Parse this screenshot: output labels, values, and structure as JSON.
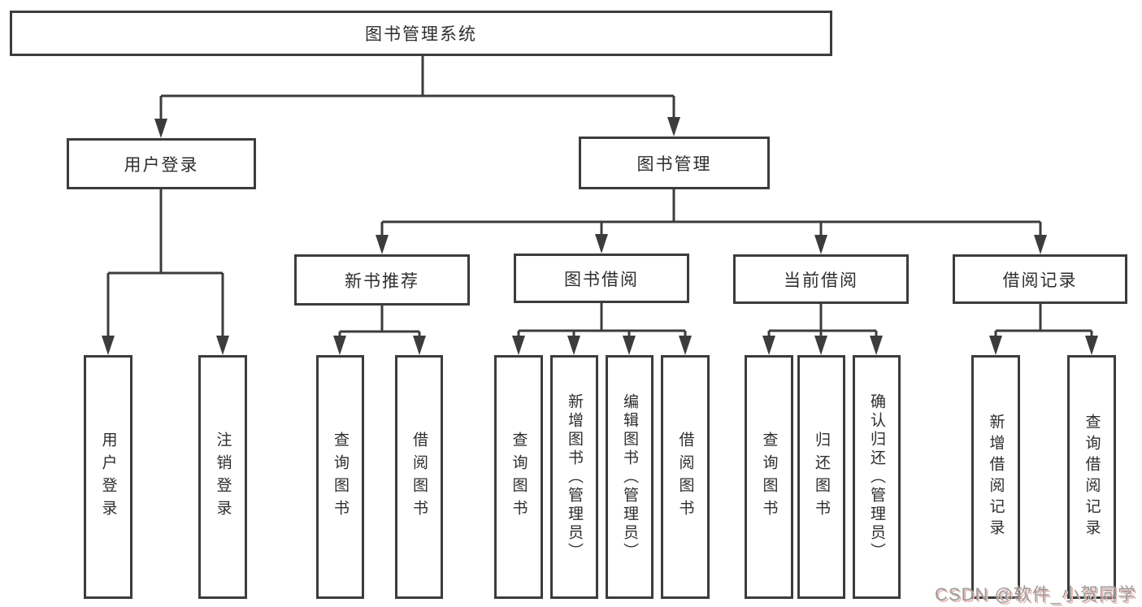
{
  "diagram": {
    "root": {
      "label": "图书管理系统"
    },
    "branches": [
      {
        "label": "用户登录"
      },
      {
        "label": "图书管理"
      }
    ],
    "modules": [
      {
        "label": "新书推荐"
      },
      {
        "label": "图书借阅"
      },
      {
        "label": "当前借阅"
      },
      {
        "label": "借阅记录"
      }
    ],
    "leaves": [
      {
        "label": "用户登录"
      },
      {
        "label": "注销登录"
      },
      {
        "label": "查询图书"
      },
      {
        "label": "借阅图书"
      },
      {
        "label": "查询图书"
      },
      {
        "label": "新增图书（管理员）"
      },
      {
        "label": "编辑图书（管理员）"
      },
      {
        "label": "借阅图书"
      },
      {
        "label": "查询图书"
      },
      {
        "label": "归还图书"
      },
      {
        "label": "确认归还（管理员）"
      },
      {
        "label": "新增借阅记录"
      },
      {
        "label": "查询借阅记录"
      }
    ]
  },
  "watermark": {
    "text": "CSDN @软件_小贺同学"
  },
  "colors": {
    "line": "#3c3c3c",
    "text": "#2e2e2e",
    "background": "#ffffff",
    "watermark": "#9c9c9c",
    "watermark_shadow": "#e5b9b4"
  }
}
